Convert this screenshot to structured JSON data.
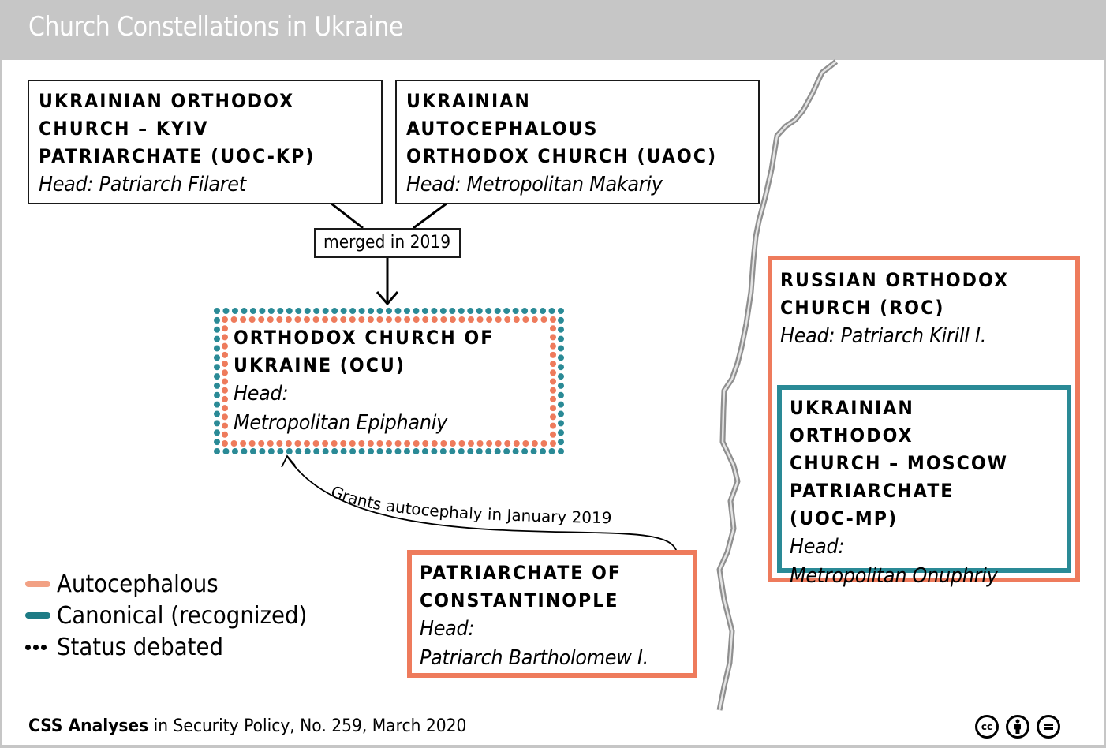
{
  "header": {
    "title": "Church Constellations in Ukraine"
  },
  "colors": {
    "autocephalous": "#ee7b5c",
    "canonical": "#2a8a96",
    "header_bg": "#c6c6c6",
    "divider": "#a8a8a8"
  },
  "churches": {
    "uoc_kp": {
      "name": "UKRAINIAN ORTHODOX\nCHURCH – KYIV\nPATRIARCHATE (UOC-KP)",
      "head": "Head: Patriarch Filaret",
      "status": "none"
    },
    "uaoc": {
      "name": "UKRAINIAN AUTOCEPHALOUS\nORTHODOX CHURCH (UAOC)",
      "head": "Head: Metropolitan Makariy",
      "status": "none"
    },
    "ocu": {
      "name": "ORTHODOX CHURCH OF\nUKRAINE (OCU)",
      "head": "Head:\nMetropolitan Epiphaniy",
      "status": "autocephalous + canonical, status debated"
    },
    "constantinople": {
      "name": "PATRIARCHATE OF\nCONSTANTINOPLE",
      "head": "Head:\nPatriarch Bartholomew I.",
      "status": "autocephalous"
    },
    "roc": {
      "name": "RUSSIAN ORTHODOX\nCHURCH (ROC)",
      "head": "Head: Patriarch Kirill I.",
      "status": "autocephalous"
    },
    "uoc_mp": {
      "name": "UKRAINIAN ORTHODOX\nCHURCH – MOSCOW\nPATRIARCHATE\n(UOC-MP)",
      "head": "Head:\nMetropolitan Onuphriy",
      "status": "canonical"
    }
  },
  "connectors": {
    "merge_label": "merged in 2019",
    "grant_label": "Grants autocephaly in January 2019"
  },
  "legend": [
    {
      "label": "Autocephalous",
      "icon": "orange-line-icon"
    },
    {
      "label": "Canonical (recognized)",
      "icon": "teal-line-icon"
    },
    {
      "label": "Status debated",
      "icon": "dots-icon"
    }
  ],
  "footer": {
    "publisher": "CSS Analyses",
    "citation": " in Security Policy, No. 259, March 2020"
  },
  "license_icons": [
    {
      "name": "cc-icon",
      "glyph": "cc"
    },
    {
      "name": "attribution-icon",
      "glyph": ""
    },
    {
      "name": "no-derivatives-icon",
      "glyph": "="
    }
  ]
}
